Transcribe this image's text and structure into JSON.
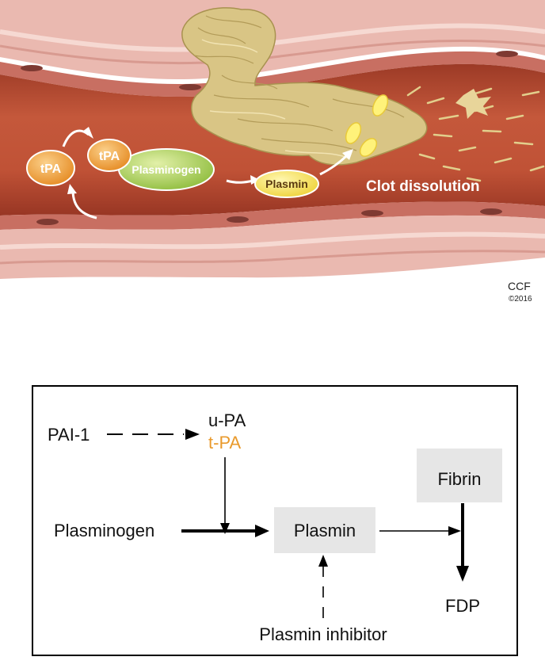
{
  "illustration": {
    "tpa_left": "tPA",
    "tpa_bound": "tPA",
    "plasminogen": "Plasminogen",
    "plasmin": "Plasmin",
    "clot_caption": "Clot dissolution",
    "credit_name": "CCF",
    "credit_year": "©2016"
  },
  "diagram": {
    "pai1": "PAI-1",
    "upa": "u-PA",
    "tpa": "t-PA",
    "plasminogen": "Plasminogen",
    "plasmin": "Plasmin",
    "fibrin": "Fibrin",
    "fdp": "FDP",
    "plasmin_inhibitor": "Plasmin inhibitor"
  },
  "colors": {
    "vessel_wall": "#e9b5ad",
    "vessel_lumen": "#b64a32",
    "clot": "#d9c585",
    "tpa_fill": "#f0a23a",
    "plasminogen_fill": "#a9cf5a",
    "plasmin_fill": "#f4e24a",
    "tpa_text": "#e99a2c",
    "box_fill": "#e6e6e6"
  }
}
